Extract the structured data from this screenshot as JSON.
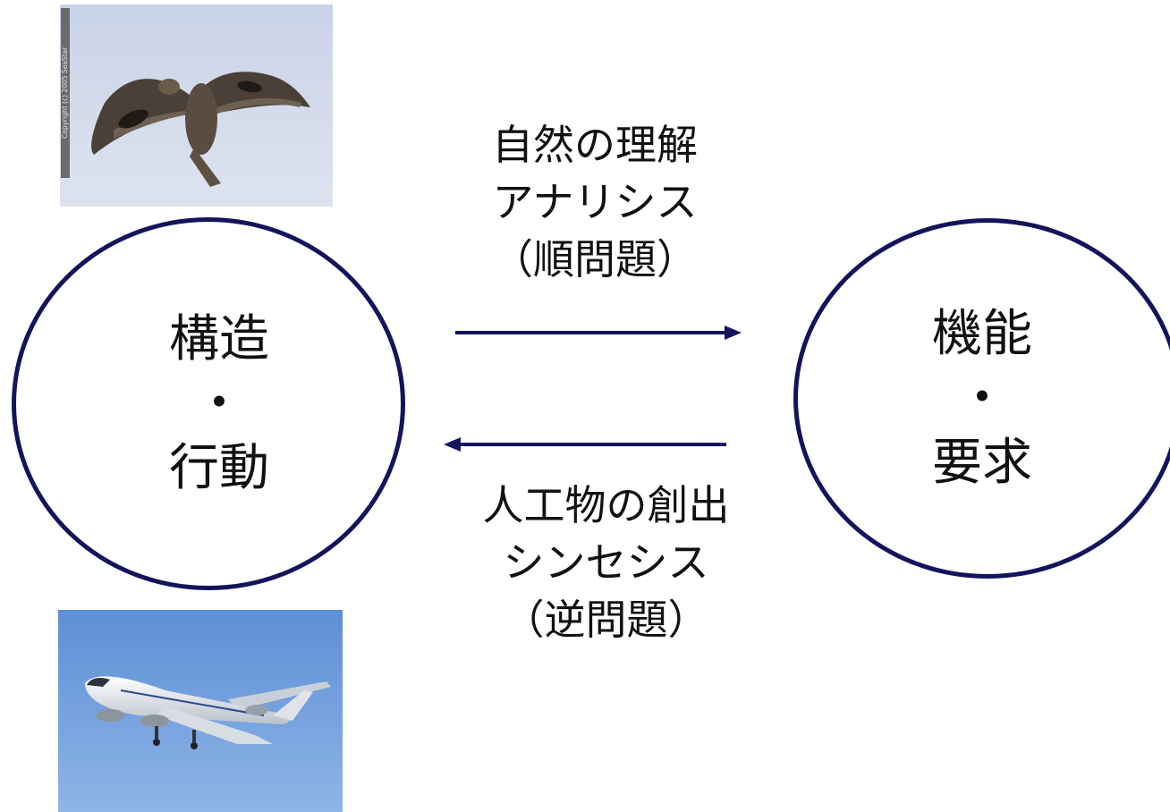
{
  "left_node": {
    "top": "構造",
    "separator": "・",
    "bottom": "行動"
  },
  "right_node": {
    "top": "機能",
    "separator": "・",
    "bottom": "要求"
  },
  "forward_arrow": {
    "line1": "自然の理解",
    "line2": "アナリシス",
    "line3": "（順問題）"
  },
  "inverse_arrow": {
    "line1": "人工物の創出",
    "line2": "シンセシス",
    "line3": "（逆問題）"
  },
  "bird_photo": {
    "copyright": "Copyright (c) 2005 SeaStar"
  },
  "colors": {
    "circle": "#14145c",
    "arrow": "#14145c",
    "text": "#111111"
  }
}
